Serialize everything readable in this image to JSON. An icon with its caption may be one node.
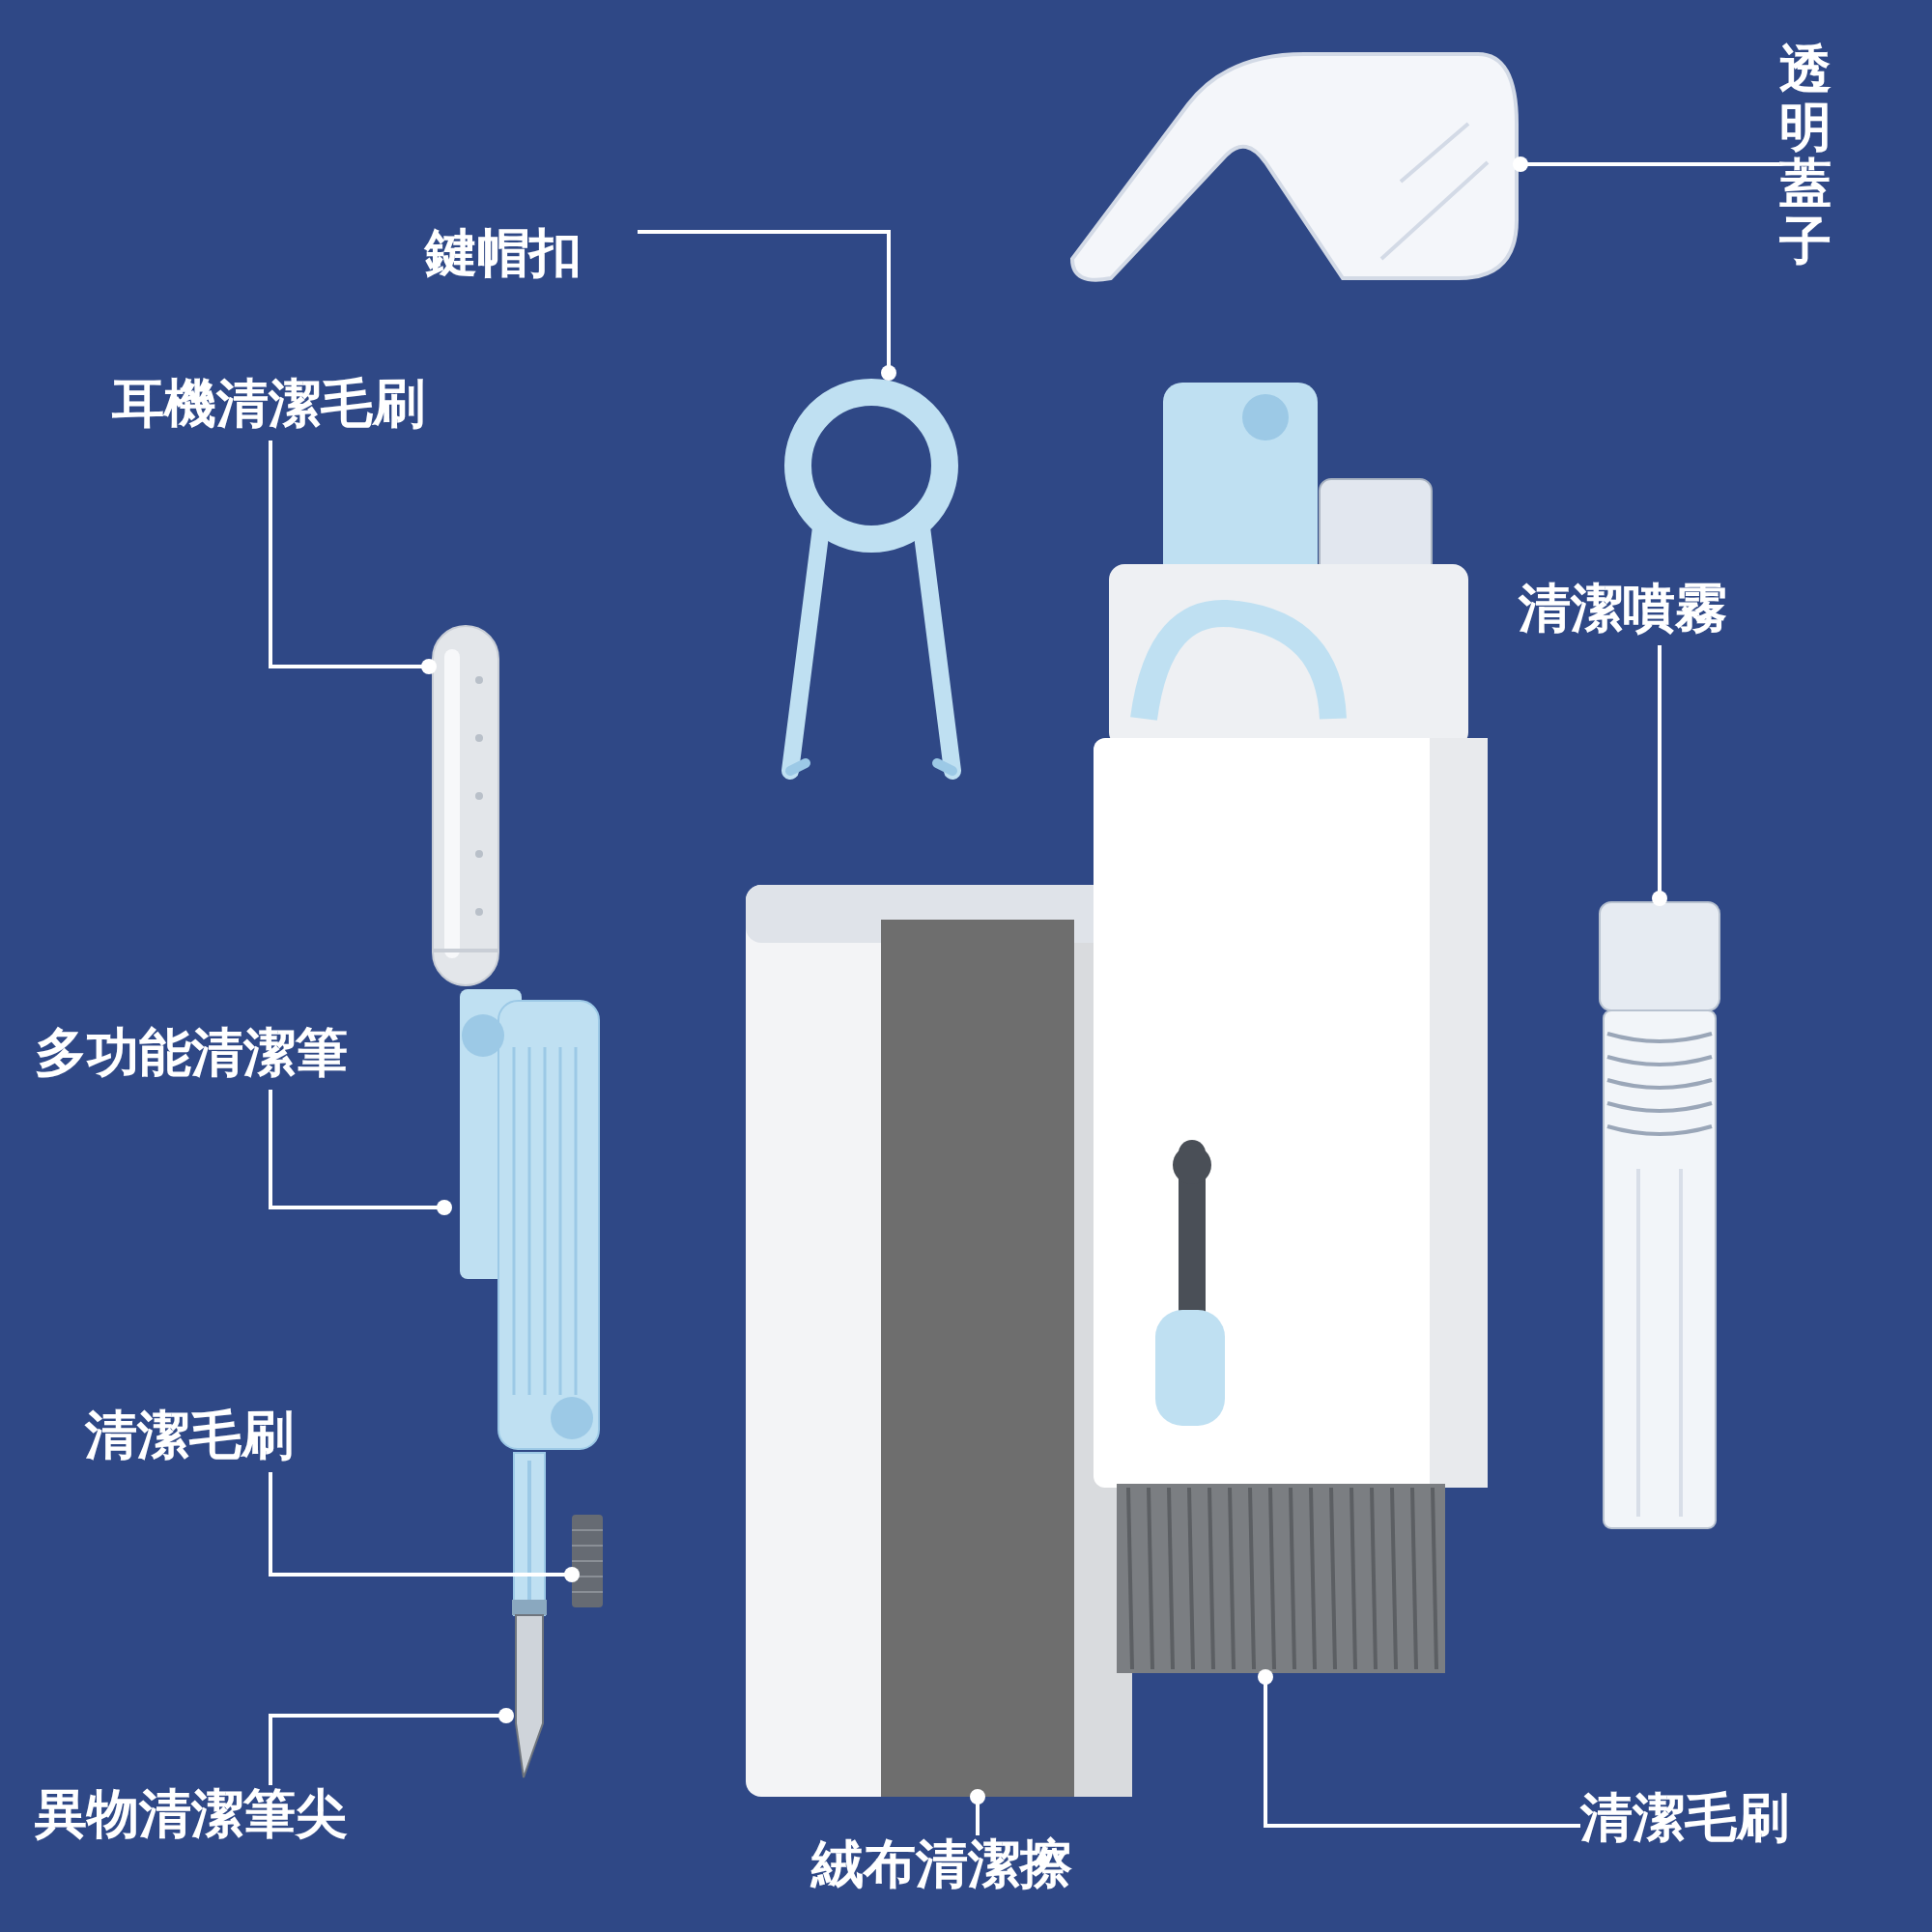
{
  "diagram": {
    "nodes": [
      {
        "text": [
          "鍵帽扣"
        ]
      },
      {
        "text": [
          "透明蓋子"
        ]
      },
      {
        "text": [
          "耳機清潔毛刷"
        ]
      },
      {
        "text": [
          "清潔噴霧"
        ]
      },
      {
        "text": [
          "多功能清潔筆"
        ]
      },
      {
        "text": [
          "清潔毛刷"
        ]
      },
      {
        "text": [
          "異物清潔筆尖"
        ]
      },
      {
        "text": [
          "絨布清潔擦"
        ]
      },
      {
        "text": [
          "清潔毛刷"
        ]
      },
      {
        "text": [],
        "shape": "picture"
      },
      {
        "text": [],
        "shape": "picture"
      },
      {
        "text": [],
        "shape": "picture"
      },
      {
        "text": [],
        "shape": "picture"
      },
      {
        "text": [],
        "shape": "picture"
      },
      {
        "text": [],
        "shape": "picture"
      },
      {
        "text": [],
        "shape": "picture"
      },
      {
        "text": [],
        "shape": "picture"
      },
      {
        "text": [],
        "shape": "picture"
      }
    ],
    "edges": [
      {
        "from": 0,
        "to": 9,
        "arrow": "other"
      },
      {
        "from": 1,
        "to": 10,
        "arrow": "other"
      },
      {
        "from": 2,
        "to": 11,
        "arrow": "other"
      },
      {
        "from": 3,
        "to": 12,
        "arrow": "other"
      },
      {
        "from": 4,
        "to": 13,
        "arrow": "other"
      },
      {
        "from": 5,
        "to": 14,
        "arrow": "other"
      },
      {
        "from": 6,
        "to": 15,
        "arrow": "other"
      },
      {
        "from": 7,
        "to": 16,
        "arrow": "other"
      },
      {
        "from": 8,
        "to": 17,
        "arrow": "other"
      }
    ]
  }
}
